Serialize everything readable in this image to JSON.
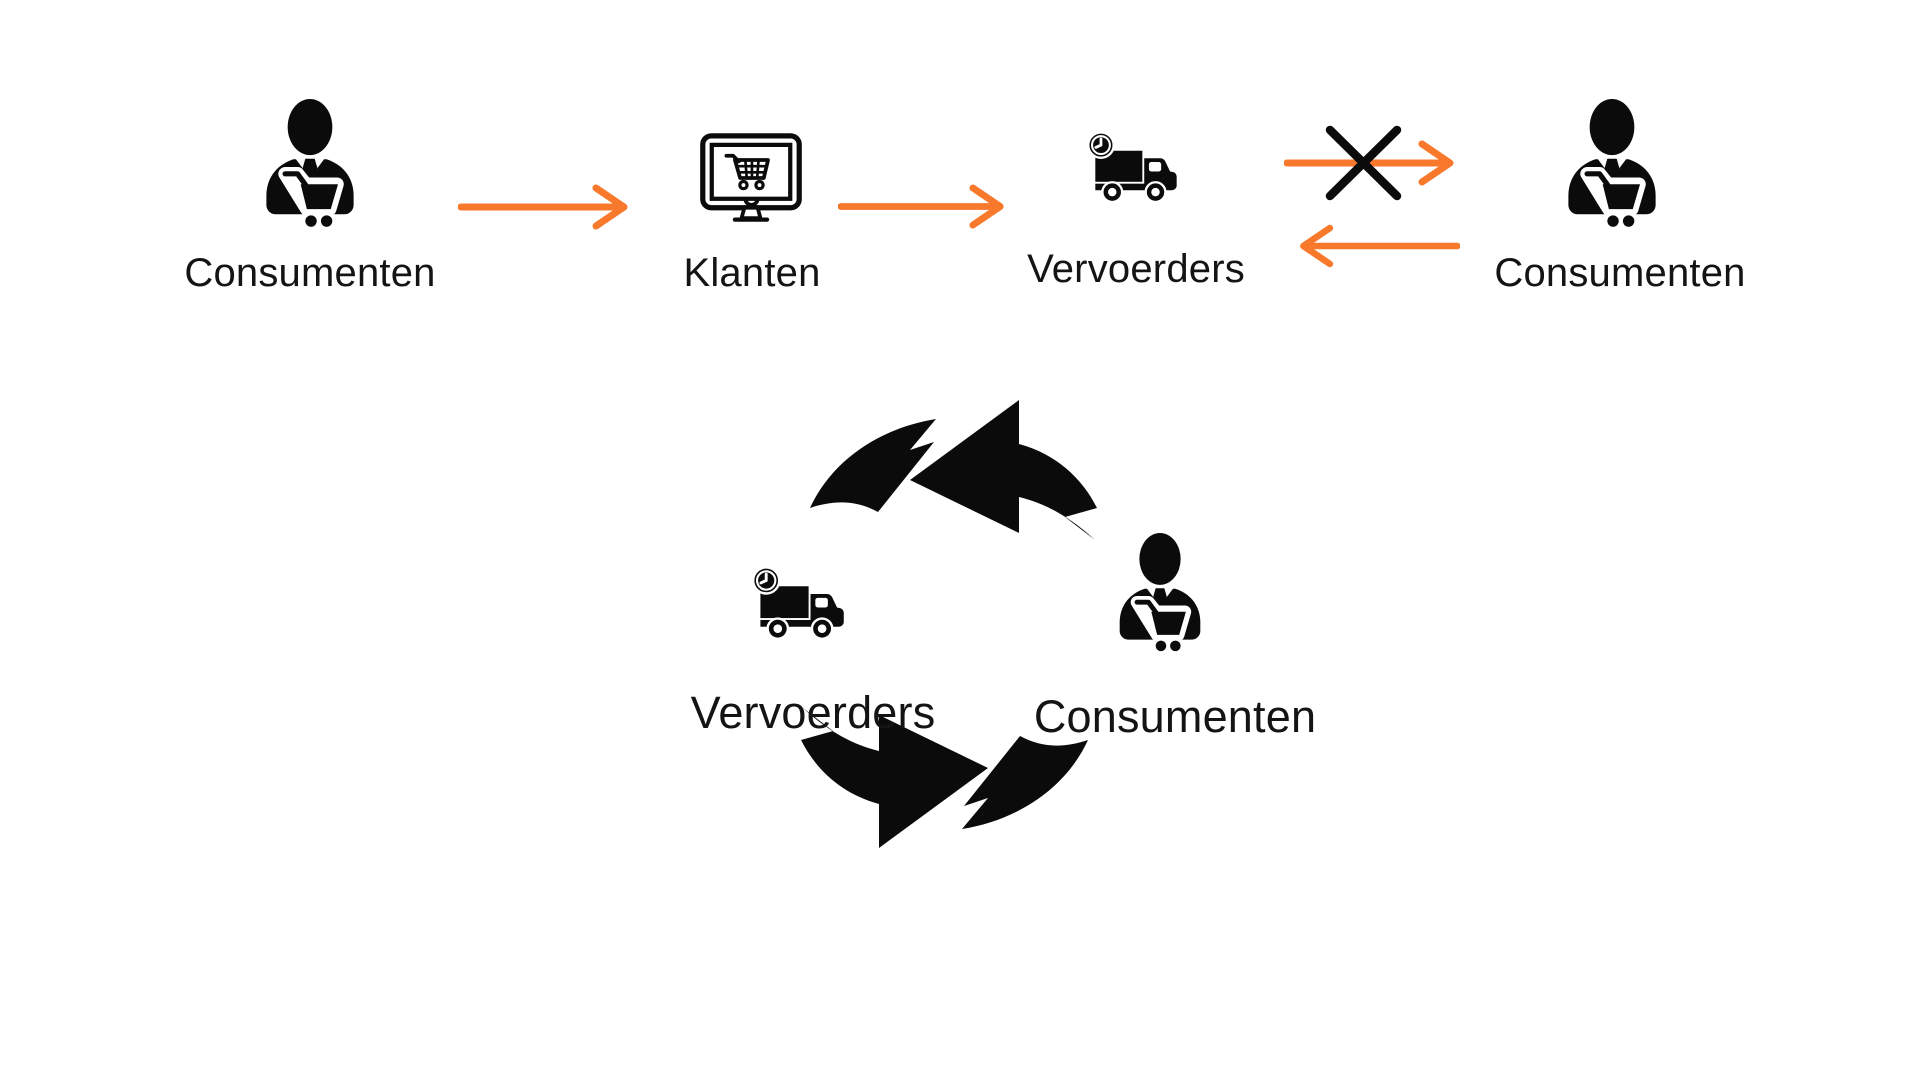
{
  "palette": {
    "accent_orange": "#F8782C",
    "ink_black": "#0B0B0B",
    "background": "#FFFFFF"
  },
  "top_flow": {
    "nodes": [
      {
        "label": "Consumenten",
        "icon": "consumer-cart-icon"
      },
      {
        "label": "Klanten",
        "icon": "webshop-monitor-icon"
      },
      {
        "label": "Vervoerders",
        "icon": "delivery-truck-icon"
      },
      {
        "label": "Consumenten",
        "icon": "consumer-cart-icon"
      }
    ],
    "connectors": [
      {
        "type": "arrow-right",
        "from": "Consumenten",
        "to": "Klanten"
      },
      {
        "type": "arrow-right",
        "from": "Klanten",
        "to": "Vervoerders"
      },
      {
        "type": "arrow-right-crossed-out",
        "from": "Vervoerders",
        "to": "Consumenten"
      },
      {
        "type": "arrow-left",
        "from": "Consumenten",
        "to": "Vervoerders"
      }
    ]
  },
  "cycle": {
    "nodes": [
      {
        "label": "Vervoerders",
        "icon": "delivery-truck-icon"
      },
      {
        "label": "Consumenten",
        "icon": "consumer-cart-icon"
      }
    ],
    "shape": "two-curved-cycle-arrows"
  }
}
